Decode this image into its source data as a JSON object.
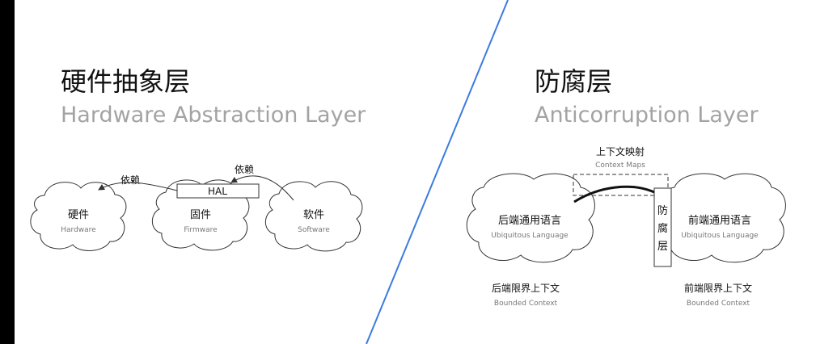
{
  "colors": {
    "divider": "#3c7be0",
    "title": "#111111",
    "subtitle": "#a3a3a3"
  },
  "left": {
    "title_zh": "硬件抽象层",
    "title_en": "Hardware Abstraction Layer",
    "depends_label_1": "依赖",
    "depends_label_2": "依赖",
    "hal_label": "HAL",
    "nodes": [
      {
        "zh": "硬件",
        "en": "Hardware"
      },
      {
        "zh": "固件",
        "en": "Firmware"
      },
      {
        "zh": "软件",
        "en": "Software"
      }
    ]
  },
  "right": {
    "title_zh": "防腐层",
    "title_en": "Anticorruption Layer",
    "context_maps_zh": "上下文映射",
    "context_maps_en": "Context Maps",
    "acl_chars": [
      "防",
      "腐",
      "层"
    ],
    "backend_lang_zh": "后端通用语言",
    "backend_lang_en": "Ubiquitous Language",
    "frontend_lang_zh": "前端通用语言",
    "frontend_lang_en": "Ubiquitous Language",
    "backend_ctx_zh": "后端限界上下文",
    "backend_ctx_en": "Bounded Context",
    "frontend_ctx_zh": "前端限界上下文",
    "frontend_ctx_en": "Bounded Context"
  }
}
